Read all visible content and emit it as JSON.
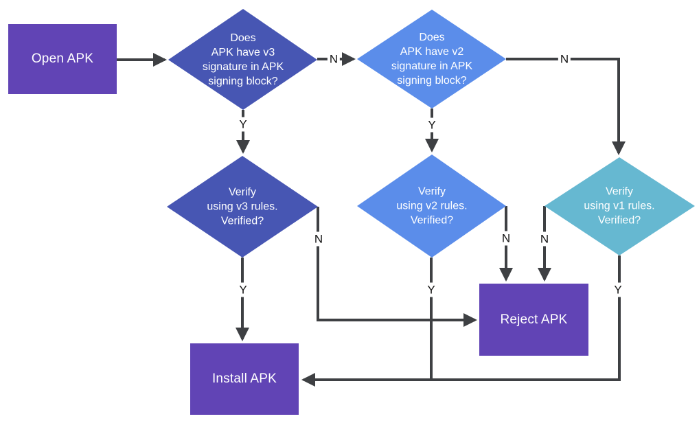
{
  "diagram": {
    "type": "flowchart",
    "topic": "APK signature verification flow",
    "colors": {
      "background": "#FFFFFF",
      "box_purple": "#6144B5",
      "v3_indigo": "#4756B3",
      "v2_blue": "#5B8DEA",
      "v1_teal": "#66B8D1",
      "line": "#3E4043",
      "node_text": "#FFFFFF",
      "edge_label_text": "#141414"
    },
    "nodes": {
      "open_apk": {
        "shape": "rect",
        "label": "Open APK"
      },
      "v3_question": {
        "shape": "diamond",
        "label": "Does\nAPK have v3\nsignature in APK\nsigning block?"
      },
      "v2_question": {
        "shape": "diamond",
        "label": "Does\nAPK have v2\nsignature in APK\nsigning block?"
      },
      "v3_verify": {
        "shape": "diamond",
        "label": "Verify\nusing v3 rules.\nVerified?"
      },
      "v2_verify": {
        "shape": "diamond",
        "label": "Verify\nusing v2 rules.\nVerified?"
      },
      "v1_verify": {
        "shape": "diamond",
        "label": "Verify\nusing v1 rules.\nVerified?"
      },
      "reject_apk": {
        "shape": "rect",
        "label": "Reject APK"
      },
      "install_apk": {
        "shape": "rect",
        "label": "Install APK"
      }
    },
    "edge_labels": [
      {
        "text": "N",
        "from": "v3_question",
        "to": "v2_question"
      },
      {
        "text": "Y",
        "from": "v3_question",
        "to": "v3_verify"
      },
      {
        "text": "Y",
        "from": "v2_question",
        "to": "v2_verify"
      },
      {
        "text": "N",
        "from": "v2_question",
        "to": "v1_verify"
      },
      {
        "text": "Y",
        "from": "v3_verify",
        "to": "install_apk"
      },
      {
        "text": "N",
        "from": "v3_verify",
        "to": "reject_apk"
      },
      {
        "text": "Y",
        "from": "v2_verify",
        "to": "install_apk"
      },
      {
        "text": "N",
        "from": "v2_verify",
        "to": "reject_apk"
      },
      {
        "text": "N",
        "from": "v1_verify",
        "to": "reject_apk"
      },
      {
        "text": "Y",
        "from": "v1_verify",
        "to": "install_apk"
      }
    ]
  }
}
